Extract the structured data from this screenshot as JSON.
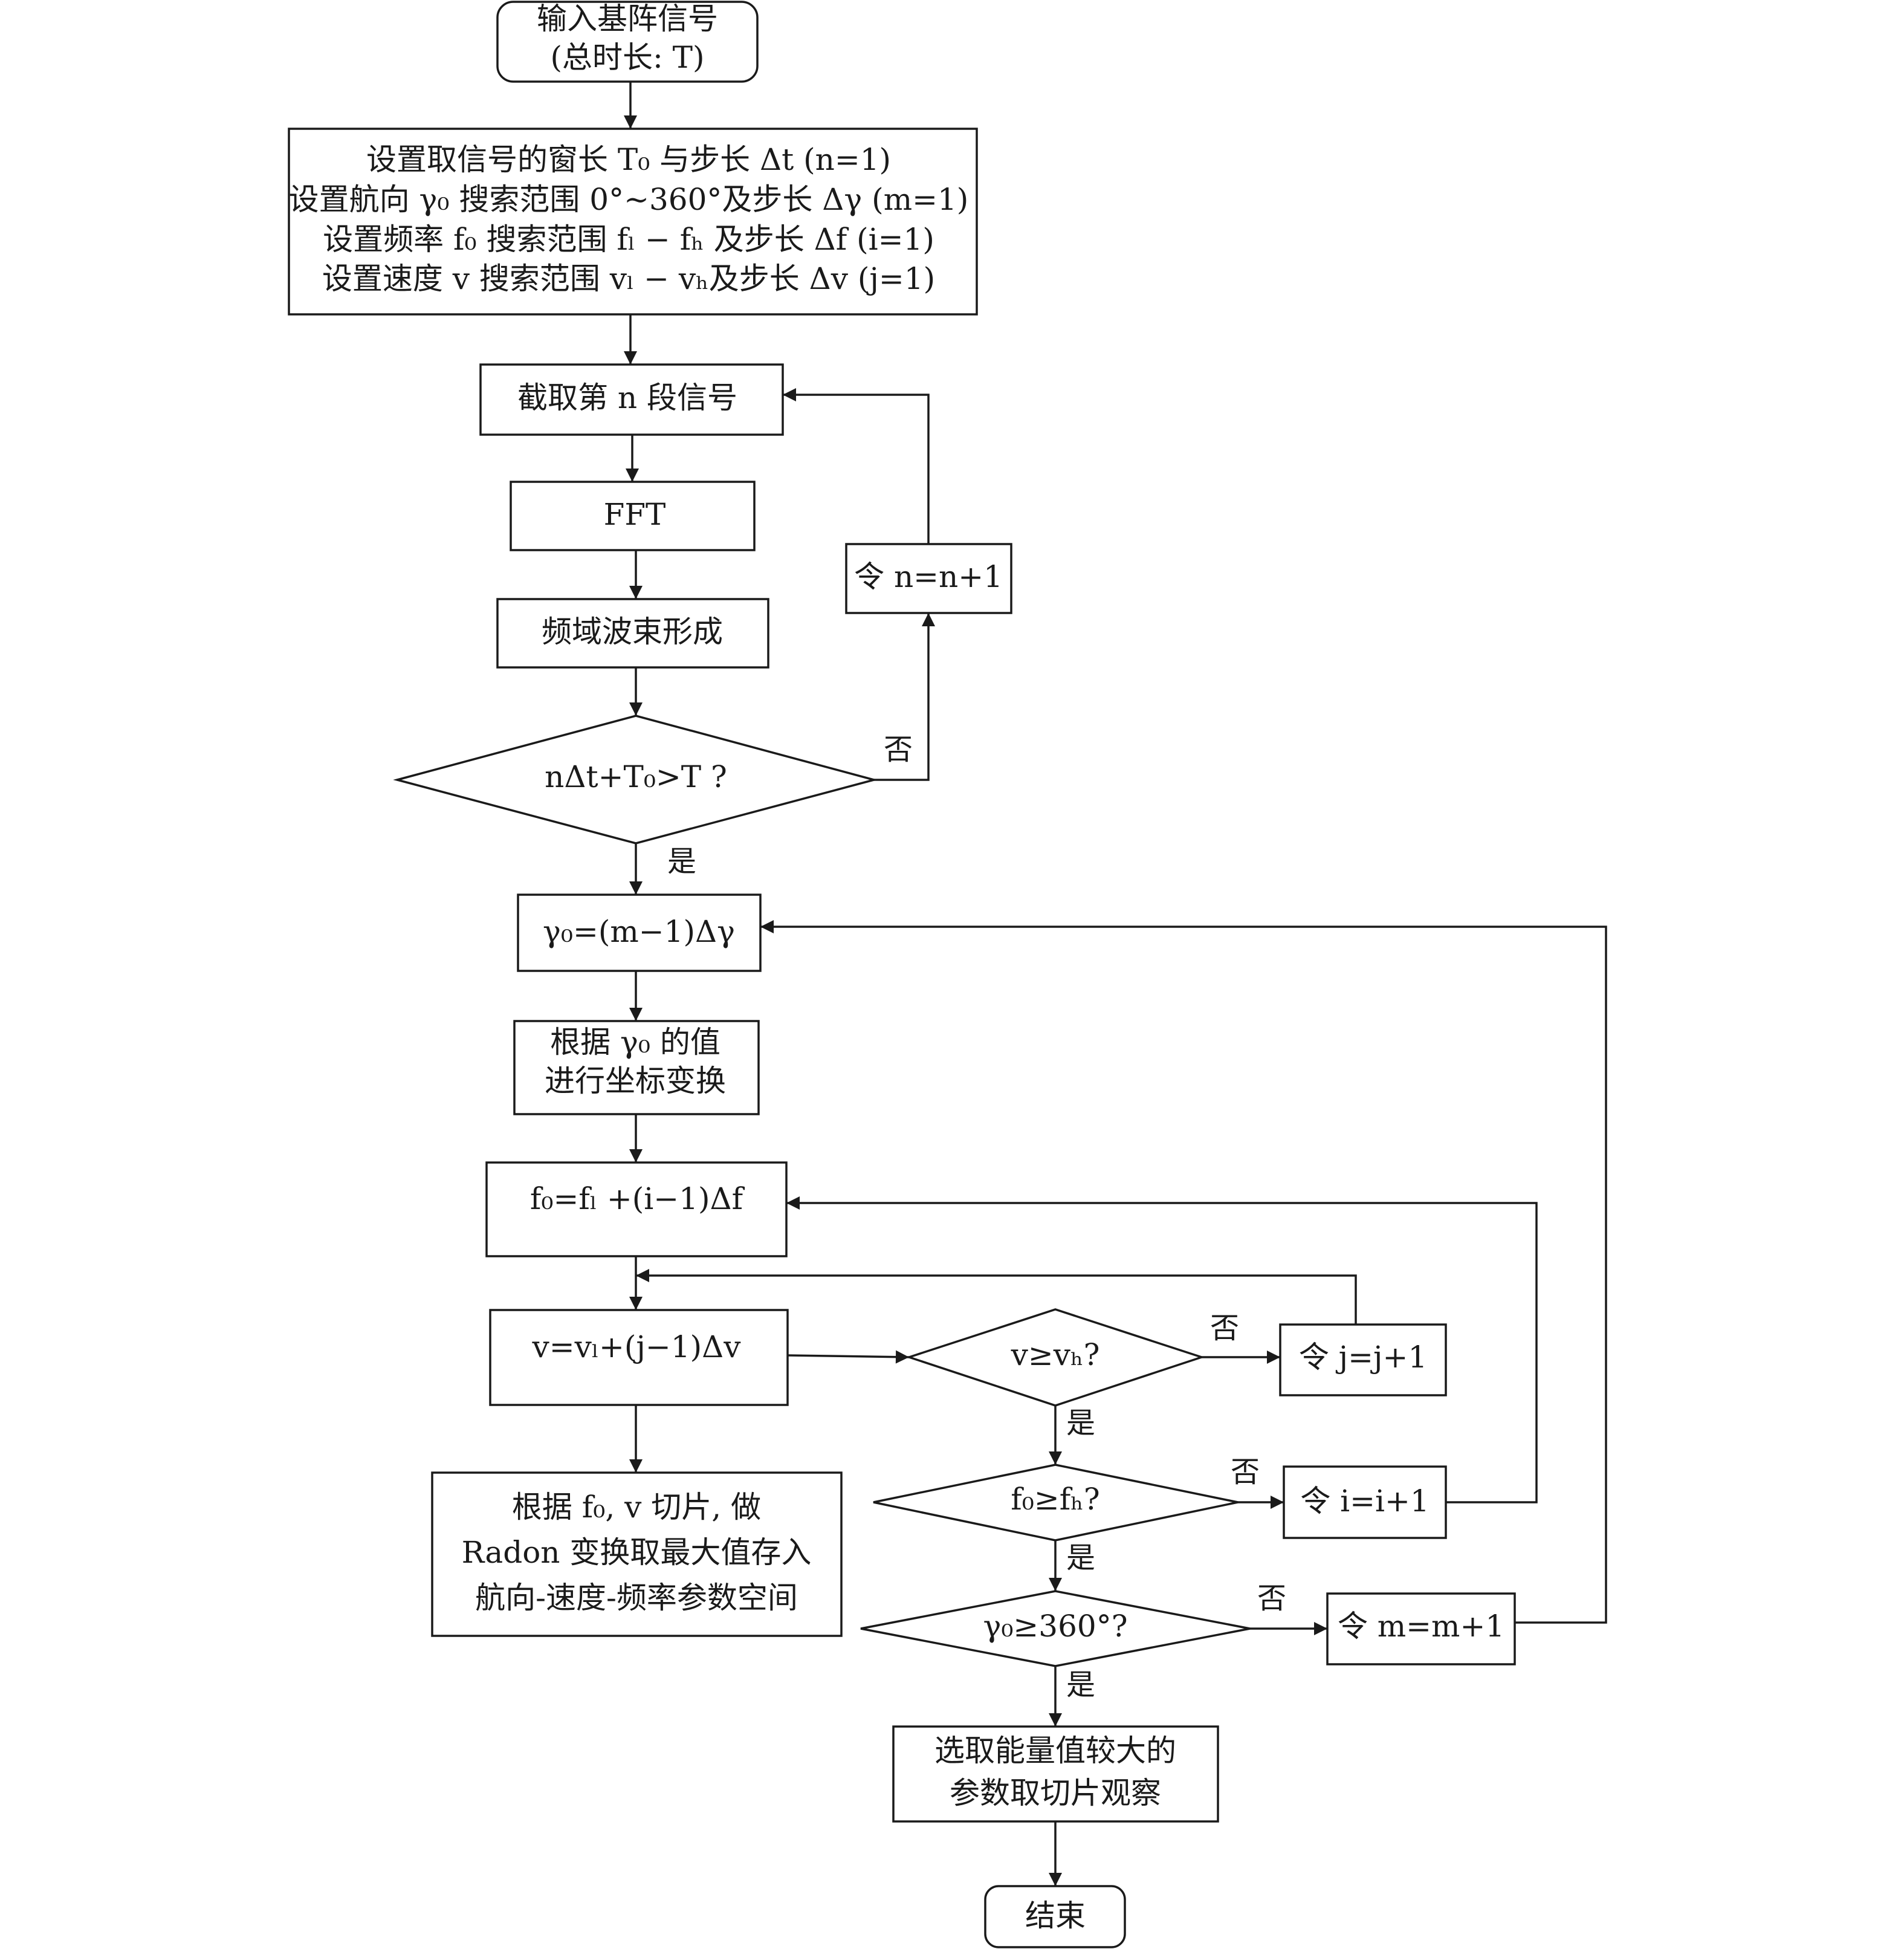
{
  "nodes": {
    "start": [
      "输入基阵信号",
      "(总时长: T)"
    ],
    "setup": [
      "设置取信号的窗长 T₀ 与步长 Δt (n=1)",
      "设置航向 γ₀ 搜索范围 0°~360°及步长 Δγ (m=1)",
      "设置频率 f₀ 搜索范围 fₗ − fₕ 及步长 Δf (i=1)",
      "设置速度 v 搜索范围 vₗ − vₕ及步长 Δv (j=1)"
    ],
    "segment": [
      "截取第 n 段信号"
    ],
    "fft": [
      "FFT"
    ],
    "beam": [
      "频域波束形成"
    ],
    "cond_time": [
      "nΔt+T₀>T ?"
    ],
    "inc_n": [
      "令 n=n+1"
    ],
    "gamma": [
      "γ₀=(m−1)Δγ"
    ],
    "coord": [
      "根据 γ₀ 的值",
      "进行坐标变换"
    ],
    "freq": [
      "f₀=fₗ +(i−1)Δf"
    ],
    "vel": [
      "v=vₗ+(j−1)Δv"
    ],
    "cond_v": [
      "v≥vₕ?"
    ],
    "inc_j": [
      "令 j=j+1"
    ],
    "radon": [
      "根据 f₀, v 切片, 做",
      "Radon 变换取最大值存入",
      "航向-速度-频率参数空间"
    ],
    "cond_f": [
      "f₀≥fₕ?"
    ],
    "inc_i": [
      "令 i=i+1"
    ],
    "cond_g": [
      "γ₀≥360°?"
    ],
    "inc_m": [
      "令 m=m+1"
    ],
    "select": [
      "选取能量值较大的",
      "参数取切片观察"
    ],
    "end": [
      "结束"
    ]
  },
  "edge_labels": {
    "time_no": "否",
    "time_yes": "是",
    "v_no": "否",
    "v_yes": "是",
    "f_no": "否",
    "f_yes": "是",
    "g_no": "否",
    "g_yes": "是"
  }
}
